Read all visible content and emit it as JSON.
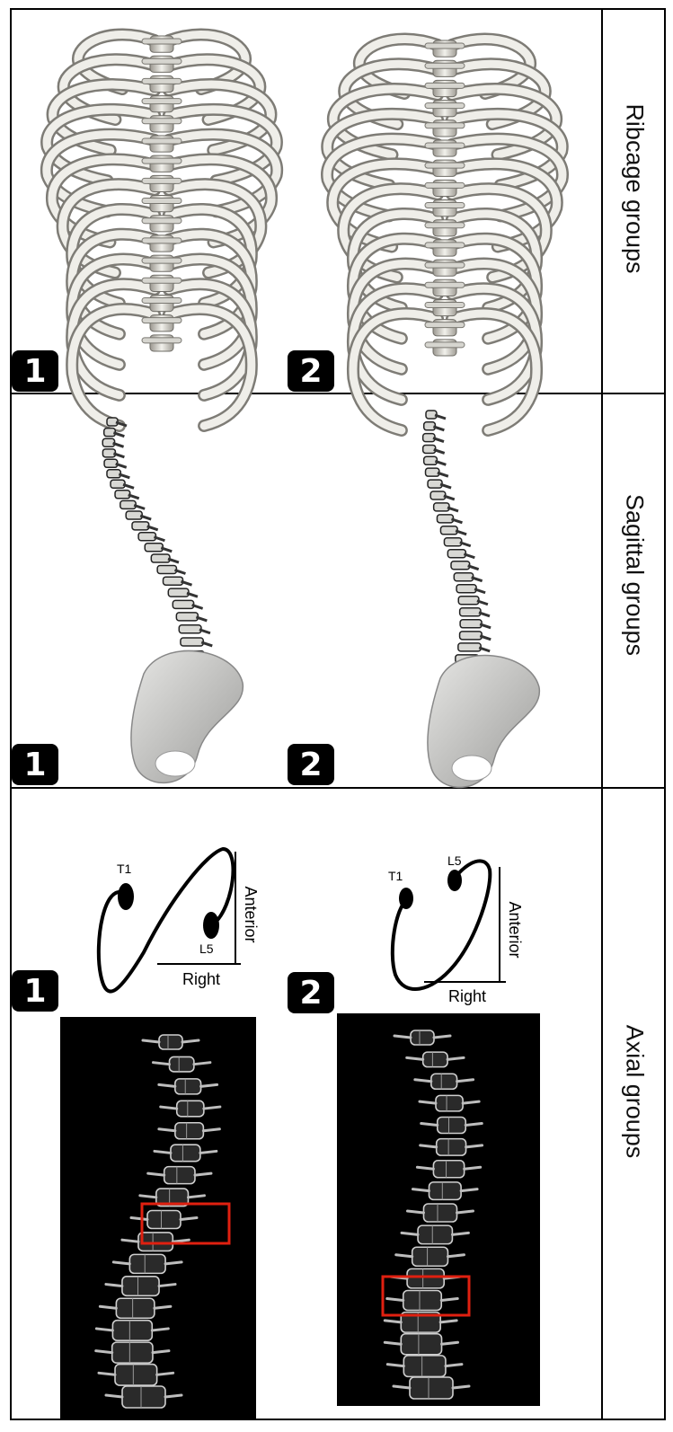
{
  "rows": [
    {
      "label": "Ribcage groups",
      "panels": [
        {
          "badge": "1"
        },
        {
          "badge": "2"
        }
      ]
    },
    {
      "label": "Sagittal groups",
      "panels": [
        {
          "badge": "1"
        },
        {
          "badge": "2"
        }
      ]
    },
    {
      "label": "Axial groups",
      "panels": [
        {
          "badge": "1",
          "curve_labels": {
            "start": "T1",
            "end": "L5",
            "horizontal_axis": "Right",
            "vertical_axis": "Anterior"
          }
        },
        {
          "badge": "2",
          "curve_labels": {
            "start": "T1",
            "end": "L5",
            "horizontal_axis": "Right",
            "vertical_axis": "Anterior"
          }
        }
      ]
    }
  ],
  "colors": {
    "border": "#000000",
    "bone": "#dcdcd4",
    "bone_shadow": "#8a8880",
    "xray_bg": "#000000",
    "highlight_box": "#e02010"
  }
}
